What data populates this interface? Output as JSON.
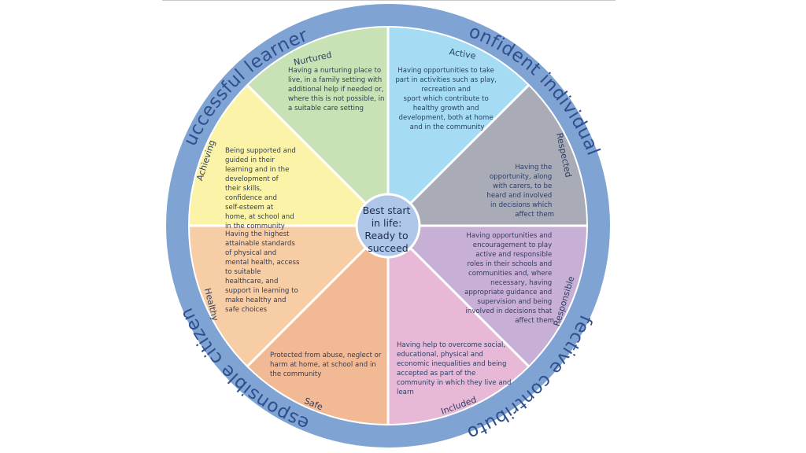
{
  "ring_labels": [
    {
      "id": "successful",
      "text": "Successful learners"
    },
    {
      "id": "confident",
      "text": "Confident individuals"
    },
    {
      "id": "effective",
      "text": "Effective contributors"
    },
    {
      "id": "responsible",
      "text": "Responsible citizens"
    }
  ],
  "center": {
    "lines": [
      "Best start",
      "in life:",
      "Ready to",
      "succeed"
    ]
  },
  "segments": [
    {
      "id": "active",
      "title": "Active",
      "color": "#a5dcf3",
      "lines": [
        "Having opportunities to take",
        "part in activities such as play,",
        "recreation and",
        "sport which contribute to",
        "healthy growth and",
        "development, both at home",
        "and in the community"
      ]
    },
    {
      "id": "respected",
      "title": "Respected",
      "color": "#a9abb7",
      "lines": [
        "Having the",
        "opportunity, along",
        "with carers, to be",
        "heard and involved",
        "in decisions which",
        "affect them"
      ]
    },
    {
      "id": "responsible",
      "title": "Responsible",
      "color": "#c8afd6",
      "lines": [
        "Having opportunities and",
        "encouragement to play",
        "active and responsible",
        "roles in their schools and",
        "communities and, where",
        "necessary, having",
        "appropriate guidance and",
        "supervision and being",
        "involved in decisions that",
        "affect them"
      ]
    },
    {
      "id": "included",
      "title": "Included",
      "color": "#e8b9d7",
      "lines": [
        "Having help to overcome social,",
        "educational, physical and",
        "economic inequalities and being",
        "accepted as part of the",
        "community in which they live and",
        "learn"
      ]
    },
    {
      "id": "safe",
      "title": "Safe",
      "color": "#f2b995",
      "lines": [
        "Protected from abuse, neglect or",
        "harm at home, at school and in",
        "the community"
      ]
    },
    {
      "id": "healthy",
      "title": "Healthy",
      "color": "#f7cda6",
      "lines": [
        "Having the highest",
        "attainable standards",
        "of physical and",
        "mental health, access",
        "to suitable",
        "healthcare, and",
        "support in learning to",
        "make healthy and",
        "safe choices"
      ]
    },
    {
      "id": "achieving",
      "title": "Achieving",
      "color": "#fbf4a8",
      "lines": [
        "Being supported and",
        "guided in their",
        "learning and in the",
        "development of",
        "their skills,",
        "confidence and",
        "self-esteem at",
        "home, at school and",
        "in the community"
      ]
    },
    {
      "id": "nurtured",
      "title": "Nurtured",
      "color": "#c8e2b6",
      "lines": [
        "Having a nurturing place to",
        "live, in a family setting with",
        "additional help if needed or,",
        "where this is not possible, in",
        "a suitable care setting"
      ]
    }
  ]
}
